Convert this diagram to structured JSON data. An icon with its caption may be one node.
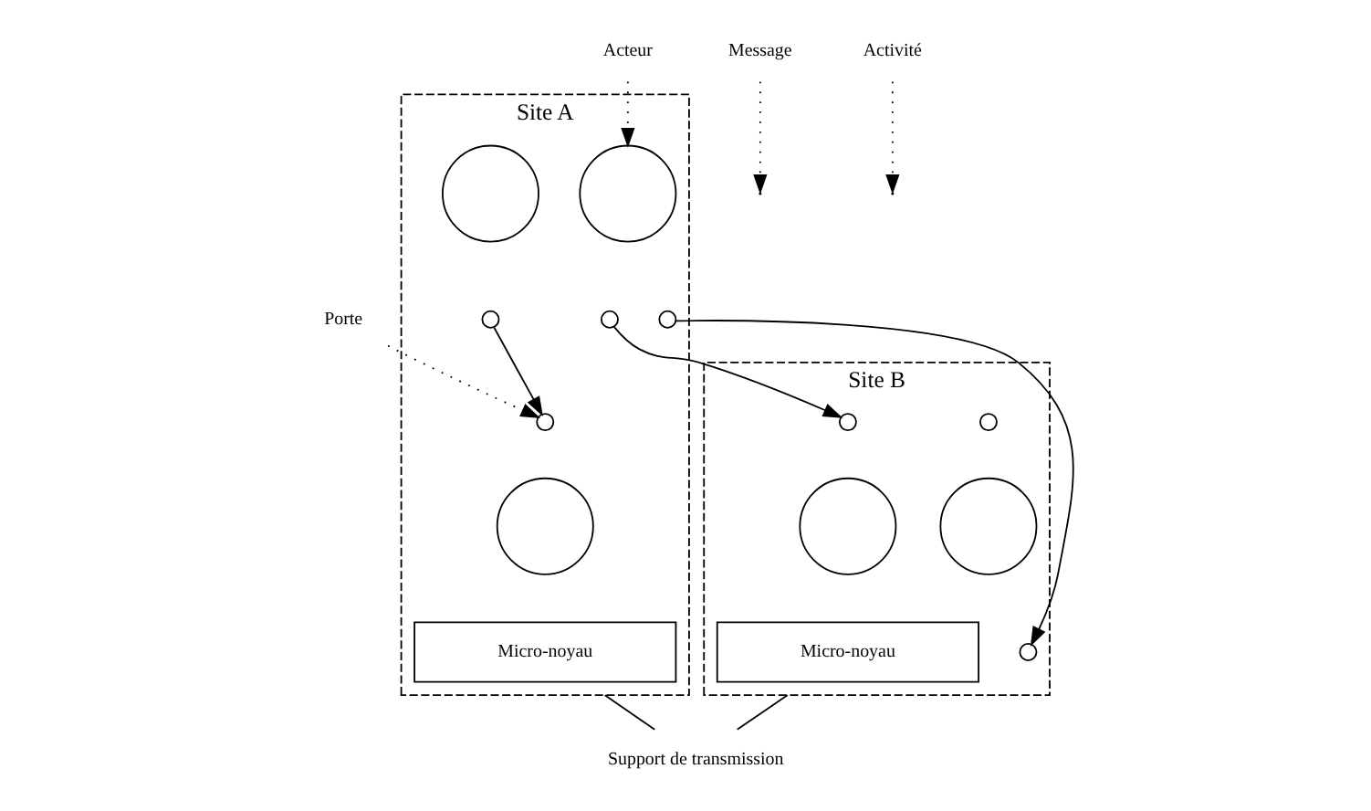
{
  "diagram": {
    "nodes": [
      {
        "text": [
          "Site A"
        ]
      },
      {
        "text": [],
        "shape": "circle",
        "in": 0
      },
      {
        "text": [],
        "shape": "circle",
        "in": 0
      },
      {
        "text": [],
        "shape": "circle",
        "in": 0
      },
      {
        "text": [],
        "shape": "circle",
        "in": 0
      },
      {
        "text": [],
        "shape": "circle",
        "in": 0
      },
      {
        "text": [],
        "shape": "circle",
        "in": 0
      },
      {
        "text": [],
        "shape": "circle",
        "in": 0
      },
      {
        "text": [
          "Micro-noyau"
        ],
        "in": 0
      },
      {
        "text": [
          "Site B"
        ]
      },
      {
        "text": [],
        "shape": "circle",
        "in": 9
      },
      {
        "text": [],
        "shape": "circle",
        "in": 9
      },
      {
        "text": [],
        "shape": "circle",
        "in": 9
      },
      {
        "text": [],
        "shape": "circle",
        "in": 9
      },
      {
        "text": [],
        "shape": "circle",
        "in": 9
      },
      {
        "text": [
          "Micro-noyau"
        ],
        "in": 9
      },
      {
        "text": [
          "Acteur"
        ]
      },
      {
        "text": [
          "Message"
        ]
      },
      {
        "text": [
          "Porte"
        ]
      },
      {
        "text": [
          "Activité"
        ]
      },
      {
        "text": [
          "Support de transmission"
        ]
      }
    ],
    "edges": [
      {
        "from": 2,
        "to": 3,
        "arrow": "to"
      },
      {
        "from": 6,
        "to": 12,
        "arrow": "to"
      },
      {
        "from": 7,
        "to": 13,
        "arrow": "to"
      },
      {
        "from": 16,
        "to": 5,
        "arrow": "to",
        "style": "dashed"
      },
      {
        "from": 17,
        "to": null,
        "arrow": "to",
        "style": "dashed"
      },
      {
        "from": 18,
        "to": 3,
        "arrow": "to",
        "style": "dashed"
      },
      {
        "from": 19,
        "to": null,
        "arrow": "to",
        "style": "dashed"
      },
      {
        "from": 0,
        "to": 20,
        "arrow": "none"
      },
      {
        "from": 9,
        "to": 20,
        "arrow": "none"
      }
    ]
  }
}
